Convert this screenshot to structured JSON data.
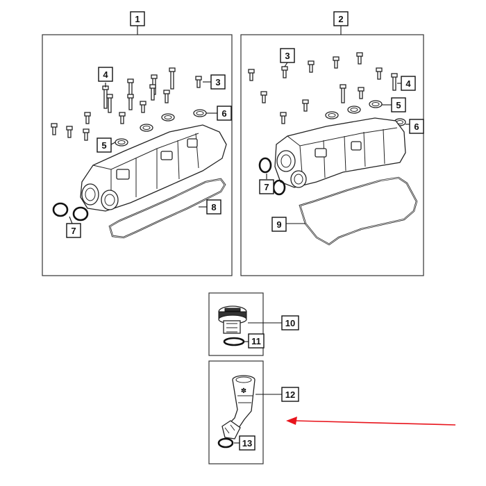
{
  "callouts": {
    "c1": "1",
    "c2": "2",
    "c3a": "3",
    "c3b": "3",
    "c4a": "4",
    "c4b": "4",
    "c5a": "5",
    "c5b": "5",
    "c6a": "6",
    "c6b": "6",
    "c7a": "7",
    "c7b": "7",
    "c8": "8",
    "c9": "9",
    "c10": "10",
    "c11": "11",
    "c12": "12",
    "c13": "13"
  },
  "colors": {
    "arrow": "#e8141c",
    "line": "#111111",
    "panel_border": "#333333"
  }
}
